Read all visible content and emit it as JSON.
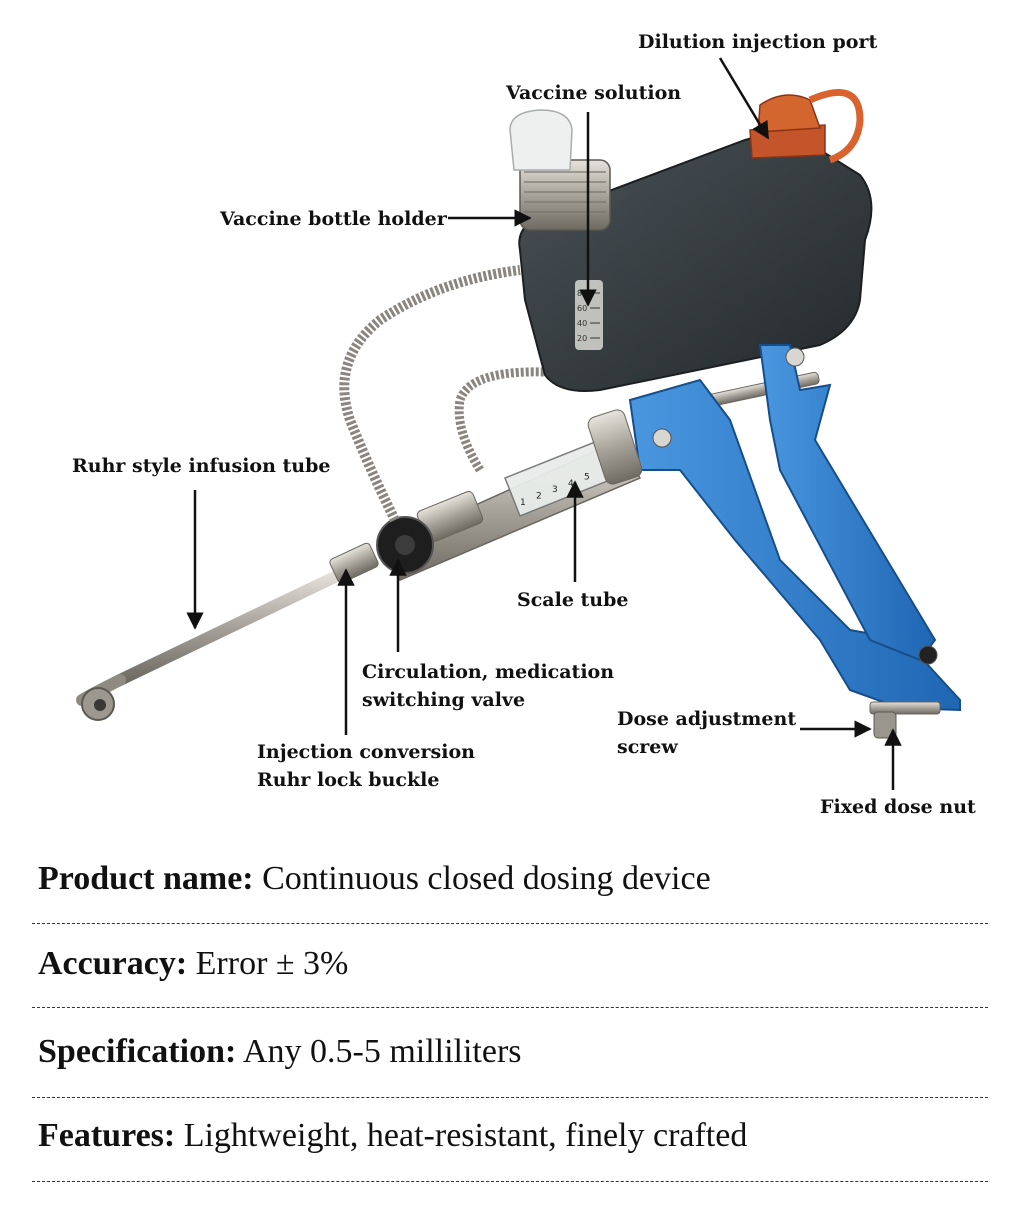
{
  "callouts": {
    "dilution_port": "Dilution injection port",
    "vaccine_solution": "Vaccine solution",
    "bottle_holder": "Vaccine bottle holder",
    "infusion_tube": "Ruhr style infusion tube",
    "scale_tube": "Scale tube",
    "switching_valve_line1": "Circulation, medication",
    "switching_valve_line2": "switching valve",
    "injection_conversion_line1": "Injection conversion",
    "injection_conversion_line2": "Ruhr lock buckle",
    "dose_screw_line1": "Dose adjustment",
    "dose_screw_line2": "screw",
    "fixed_nut": "Fixed dose nut"
  },
  "gauge_marks": [
    "80",
    "60",
    "40",
    "20"
  ],
  "scale_marks": [
    "1",
    "2",
    "3",
    "4",
    "5"
  ],
  "specs": [
    {
      "key": "Product name:",
      "value": " Continuous closed dosing device"
    },
    {
      "key": "Accuracy:",
      "value": " Error ± 3%"
    },
    {
      "key": "Specification:",
      "value": " Any 0.5-5 milliliters"
    },
    {
      "key": "Features:",
      "value": " Lightweight, heat-resistant, finely crafted"
    }
  ],
  "colors": {
    "handle": "#2f7fd0",
    "reservoir": "#2e3438",
    "cap": "#c4542a",
    "metal": "#b9b6ae",
    "text": "#111111"
  }
}
